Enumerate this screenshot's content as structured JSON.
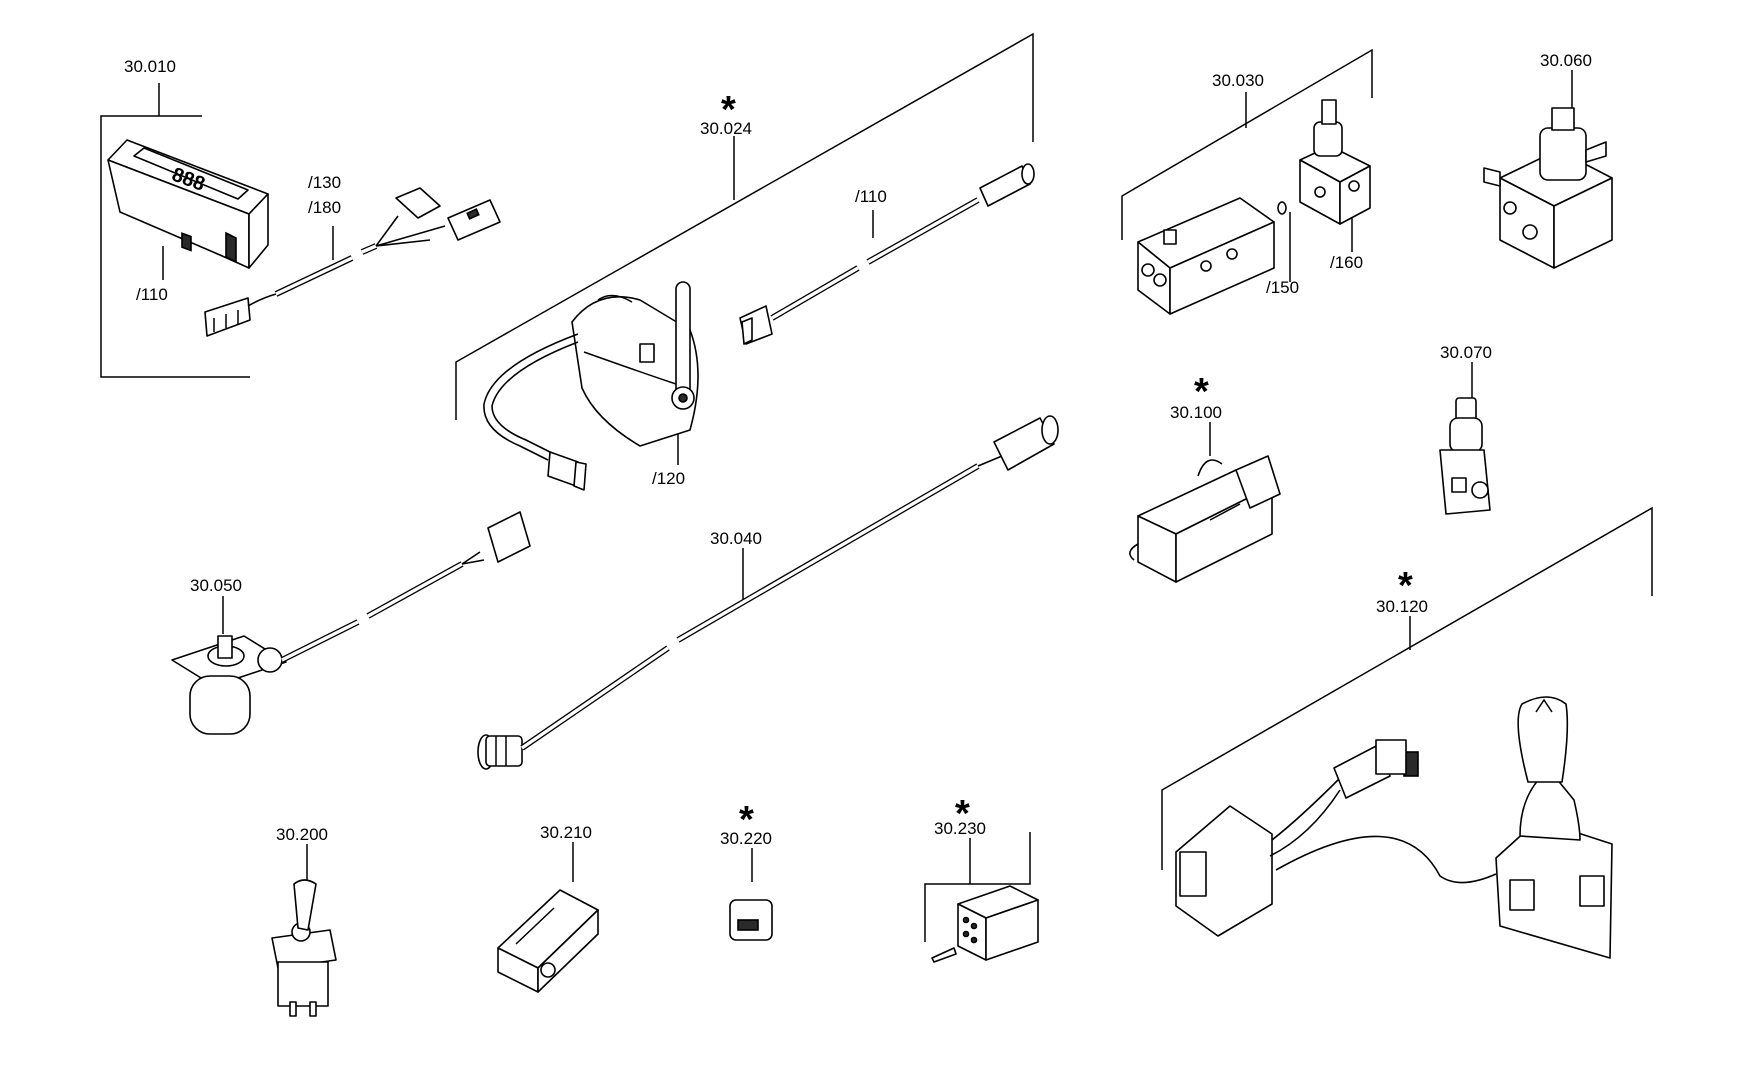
{
  "labels": {
    "p30010": "30.010",
    "p30010_110": "/110",
    "p30010_130": "/130",
    "p30010_180": "/180",
    "p30024": "30.024",
    "p30024_110": "/110",
    "p30024_120": "/120",
    "p30030": "30.030",
    "p30030_150": "/150",
    "p30030_160": "/160",
    "p30060": "30.060",
    "p30070": "30.070",
    "p30100": "30.100",
    "p30120": "30.120",
    "p30040": "30.040",
    "p30050": "30.050",
    "p30200": "30.200",
    "p30210": "30.210",
    "p30220": "30.220",
    "p30230": "30.230"
  },
  "markers": {
    "star": "*"
  }
}
